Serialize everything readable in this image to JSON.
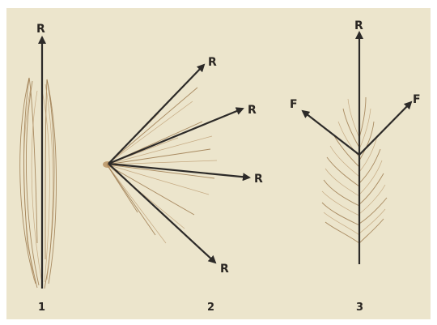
{
  "figures": [
    {
      "number": "1",
      "vectors": [
        {
          "label": "R"
        }
      ]
    },
    {
      "number": "2",
      "vectors": [
        {
          "label": "R"
        },
        {
          "label": "R"
        },
        {
          "label": "R"
        },
        {
          "label": "R"
        }
      ]
    },
    {
      "number": "3",
      "vectors": [
        {
          "label": "R"
        },
        {
          "label": "F"
        },
        {
          "label": "F"
        }
      ]
    }
  ],
  "colors": {
    "paper": "#ece5cc",
    "arrow": "#2c2a28",
    "fiber": "#9c7a4e"
  }
}
